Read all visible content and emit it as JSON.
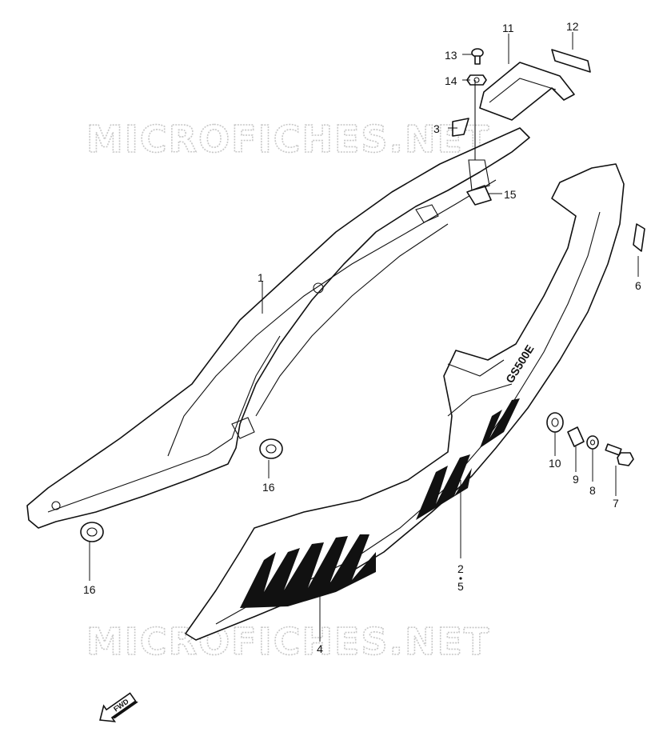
{
  "watermark": "MICROFICHES.NET",
  "callouts": {
    "c1": "1",
    "c2": "2",
    "c3": "3",
    "c4": "4",
    "c5": "5",
    "c6": "6",
    "c7": "7",
    "c8": "8",
    "c9": "9",
    "c10": "10",
    "c11": "11",
    "c12": "12",
    "c13": "13",
    "c14": "14",
    "c15": "15",
    "c16a": "16",
    "c16b": "16"
  },
  "fwd_label": "FWD",
  "emblem_text": "GS500E"
}
